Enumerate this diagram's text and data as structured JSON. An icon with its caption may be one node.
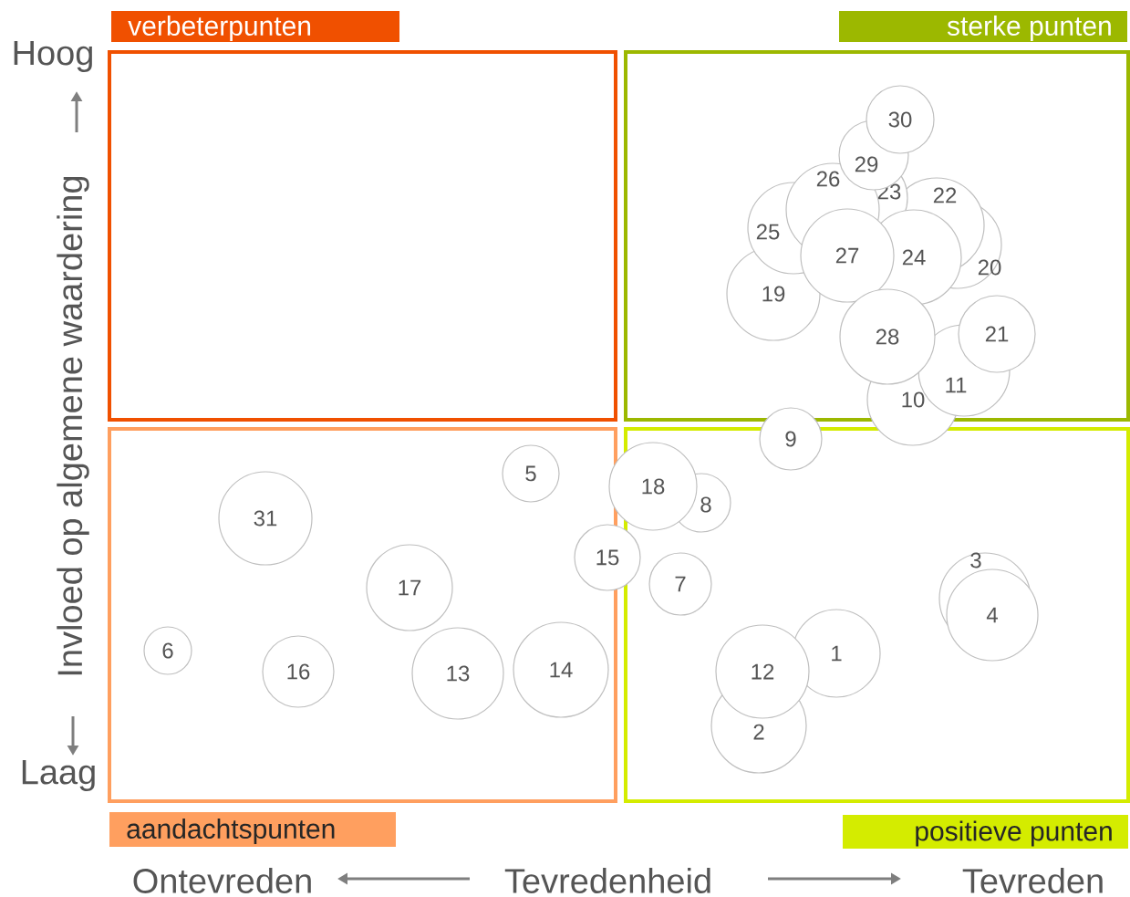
{
  "diagram": {
    "nodes": [
      {
        "text": [
          "verbeterpunten"
        ]
      },
      {
        "text": [
          "sterke punten"
        ]
      },
      {
        "text": [
          "aandachtspunten"
        ]
      },
      {
        "text": [
          "positieve punten"
        ]
      },
      {
        "text": [
          "1"
        ],
        "in": 3
      },
      {
        "text": [
          "2"
        ],
        "in": 3
      },
      {
        "text": [
          "3"
        ],
        "in": 3
      },
      {
        "text": [
          "4"
        ],
        "in": 3
      },
      {
        "text": [
          "5"
        ],
        "in": 2
      },
      {
        "text": [
          "6"
        ],
        "in": 2
      },
      {
        "text": [
          "7"
        ],
        "in": 3
      },
      {
        "text": [
          "8"
        ],
        "in": 3
      },
      {
        "text": [
          "9"
        ]
      },
      {
        "text": [
          "10"
        ]
      },
      {
        "text": [
          "11"
        ],
        "in": 1
      },
      {
        "text": [
          "12"
        ],
        "in": 3
      },
      {
        "text": [
          "13"
        ],
        "in": 2
      },
      {
        "text": [
          "14"
        ],
        "in": 2
      },
      {
        "text": [
          "15"
        ]
      },
      {
        "text": [
          "16"
        ],
        "in": 2
      },
      {
        "text": [
          "17"
        ],
        "in": 2
      },
      {
        "text": [
          "18"
        ]
      },
      {
        "text": [
          "19"
        ],
        "in": 1
      },
      {
        "text": [
          "20"
        ],
        "in": 1
      },
      {
        "text": [
          "21"
        ],
        "in": 1
      },
      {
        "text": [
          "22"
        ],
        "in": 1
      },
      {
        "text": [
          "23"
        ],
        "in": 1
      },
      {
        "text": [
          "24"
        ],
        "in": 1
      },
      {
        "text": [
          "25"
        ],
        "in": 1
      },
      {
        "text": [
          "26"
        ],
        "in": 1
      },
      {
        "text": [
          "27"
        ],
        "in": 1
      },
      {
        "text": [
          "28"
        ],
        "in": 1
      },
      {
        "text": [
          "29"
        ],
        "in": 1
      },
      {
        "text": [
          "30"
        ],
        "in": 1
      },
      {
        "text": [
          "31"
        ],
        "in": 2
      }
    ],
    "labels": [
      "Hoog",
      "Invloed op algemene waardering",
      "Laag",
      "Ontevreden",
      "Tevredenheid",
      "Tevreden"
    ]
  }
}
